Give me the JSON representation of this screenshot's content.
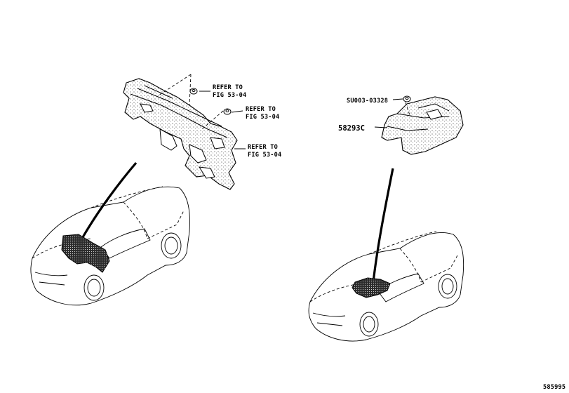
{
  "labels": {
    "refer_1_line1": "REFER TO",
    "refer_1_line2": "FIG 53-04",
    "refer_2_line1": "REFER TO",
    "refer_2_line2": "FIG 53-04",
    "refer_3_line1": "REFER TO",
    "refer_3_line2": "FIG 53-04",
    "clip_part": "SU003-03328",
    "silencer_part": "58293C",
    "illustration_number": "585995"
  }
}
